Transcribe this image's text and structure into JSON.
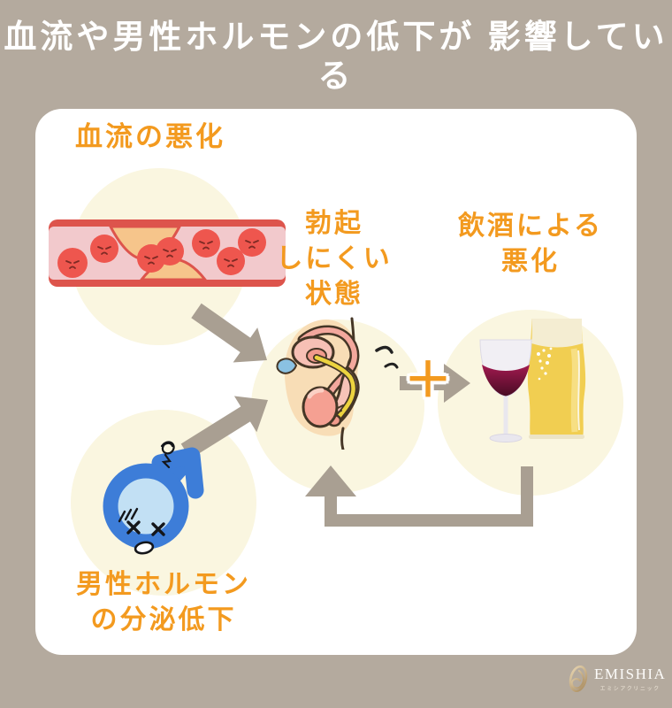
{
  "colors": {
    "background": "#b4aa9e",
    "card": "#ffffff",
    "accent_orange": "#f39a1f",
    "circle_cream": "#faf6e0",
    "arrow_gray": "#a99f92",
    "male_symbol_blue": "#3d7dd8"
  },
  "title": {
    "line1": "血流や男性ホルモンの低下が",
    "line2": "影響している"
  },
  "diagram": {
    "blood_flow": {
      "label": "血流の悪化"
    },
    "erection": {
      "line1": "勃起",
      "line2": "しにくい",
      "line3": "状態"
    },
    "alcohol": {
      "line1": "飲酒による",
      "line2": "悪化"
    },
    "hormone": {
      "line1": "男性ホルモン",
      "line2": "の分泌低下"
    },
    "plus_sign": "＋"
  },
  "icons": {
    "blood_vessel": "clogged-artery-illustration",
    "erection": "male-anatomy-illustration",
    "wine": "wine-glass-icon",
    "beer": "beer-glass-icon",
    "hormone": "male-symbol-dizzy-icon",
    "logo_mark": "gold-leaf-icon"
  },
  "logo": {
    "brand": "EMISHIA",
    "subtitle": "エミシアクリニック"
  }
}
